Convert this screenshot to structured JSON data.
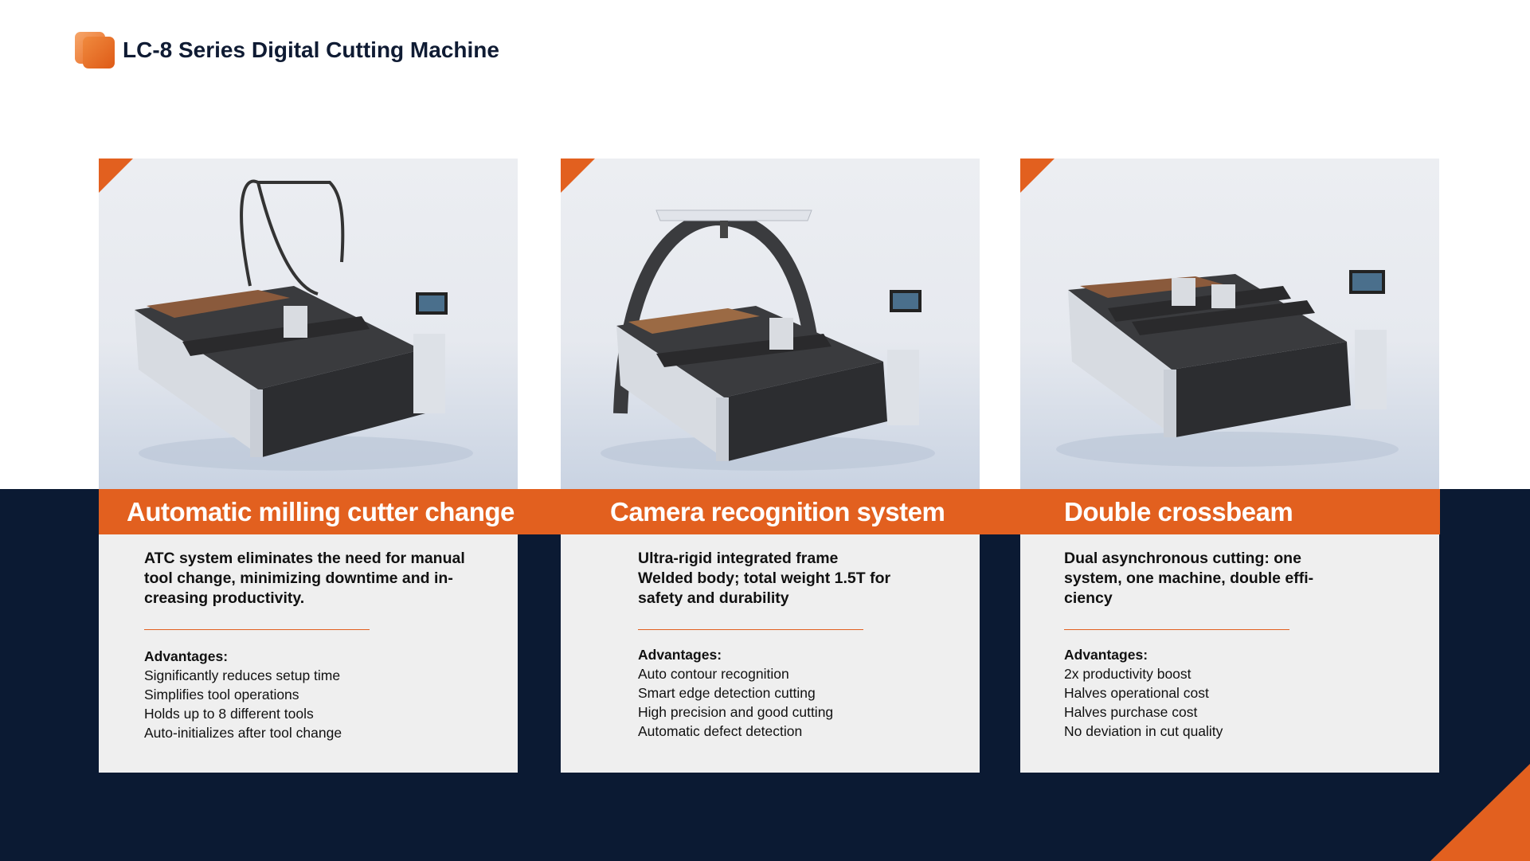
{
  "page": {
    "title": "LC-8 Series Digital Cutting Machine",
    "accent_color": "#e2601f",
    "navy_color": "#0b1a33"
  },
  "cards": [
    {
      "title": "Automatic milling cutter change",
      "description": "ATC system eliminates the need for manual tool change, minimizing downtime and in-creasing productivity.",
      "desc_lines": [
        "ATC system eliminates the need for manual",
        "tool change, minimizing downtime and in-",
        "creasing productivity."
      ],
      "advantages_label": "Advantages:",
      "advantages": [
        "Significantly reduces setup time",
        "Simplifies tool operations",
        "Holds up to 8 different tools",
        "Auto-initializes after tool change"
      ]
    },
    {
      "title": "Camera recognition system",
      "desc_lines": [
        "Ultra-rigid integrated frame",
        "Welded body; total weight 1.5T for",
        "safety and durability"
      ],
      "advantages_label": "Advantages:",
      "advantages": [
        "Auto contour recognition",
        "Smart edge detection cutting",
        "High precision and good cutting",
        "Automatic defect detection"
      ]
    },
    {
      "title": "Double crossbeam",
      "desc_lines": [
        "Dual asynchronous cutting: one",
        "system, one machine, double effi-",
        "ciency"
      ],
      "advantages_label": "Advantages:",
      "advantages": [
        "2x productivity boost",
        "Halves operational cost",
        "Halves purchase cost",
        "No deviation in cut quality"
      ]
    }
  ]
}
